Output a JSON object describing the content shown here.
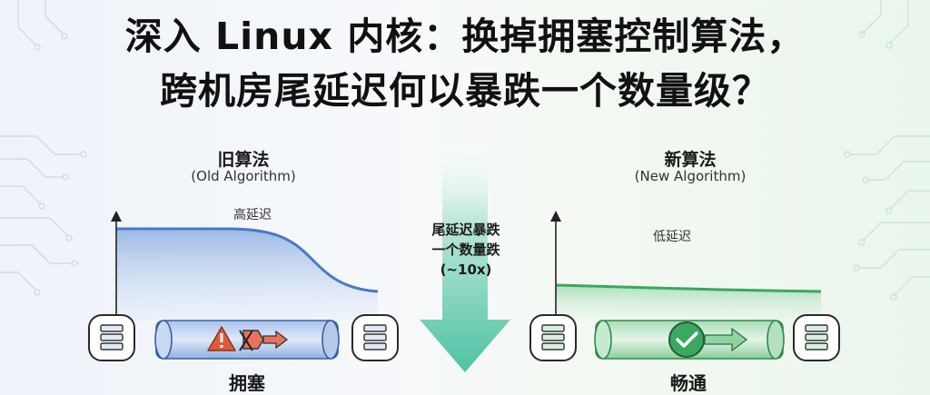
{
  "title": {
    "line1": "深入 Linux 内核：换掉拥塞控制算法，",
    "line2": "跨机房尾延迟何以暴跌一个数量级？"
  },
  "left_panel": {
    "heading": "旧算法",
    "subheading": "(Old Algorithm)",
    "curve_label": "高延迟",
    "footer": "拥塞"
  },
  "right_panel": {
    "heading": "新算法",
    "subheading": "(New Algorithm)",
    "curve_label": "低延迟",
    "footer": "畅通"
  },
  "center": {
    "line1": "尾延迟暴跌",
    "line2": "一个数量跌",
    "line3": "(~10x)"
  },
  "colors": {
    "old_accent": "#4a78c8",
    "new_accent": "#3aa860",
    "arrow": "#57c4aa",
    "warning": "#e05a3a"
  },
  "icons": [
    "server-icon",
    "warning-icon",
    "blocked-arrow-icon",
    "check-icon",
    "flow-arrow-icon"
  ]
}
